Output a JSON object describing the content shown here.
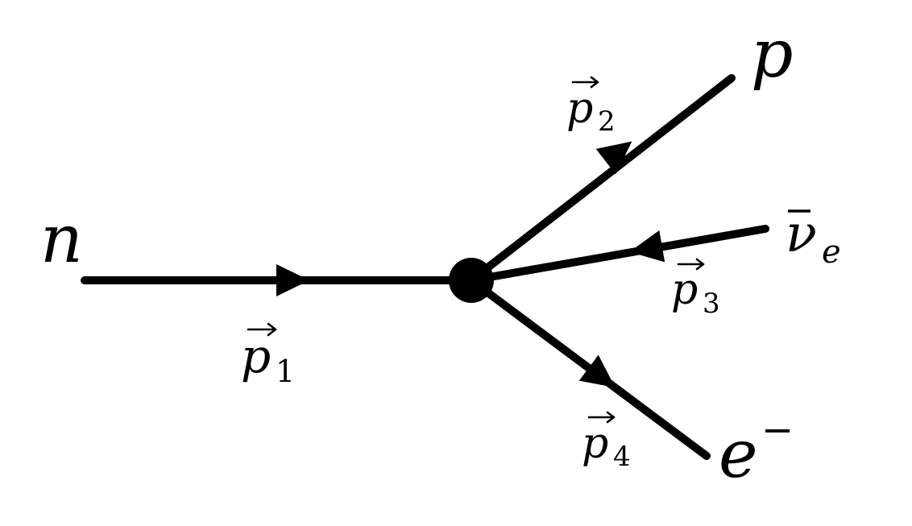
{
  "particles": {
    "incoming": {
      "symbol": "n"
    },
    "out1": {
      "symbol": "p"
    },
    "out2": {
      "symbol": "ν",
      "subscript": "e"
    },
    "out3": {
      "symbol": "e",
      "superscript": "−"
    }
  },
  "momenta": {
    "p1": {
      "symbol": "p",
      "subscript": "1"
    },
    "p2": {
      "symbol": "p",
      "subscript": "2"
    },
    "p3": {
      "symbol": "p",
      "subscript": "3"
    },
    "p4": {
      "symbol": "p",
      "subscript": "4"
    }
  },
  "colors": {
    "ink": "#000000",
    "background": "#ffffff"
  }
}
